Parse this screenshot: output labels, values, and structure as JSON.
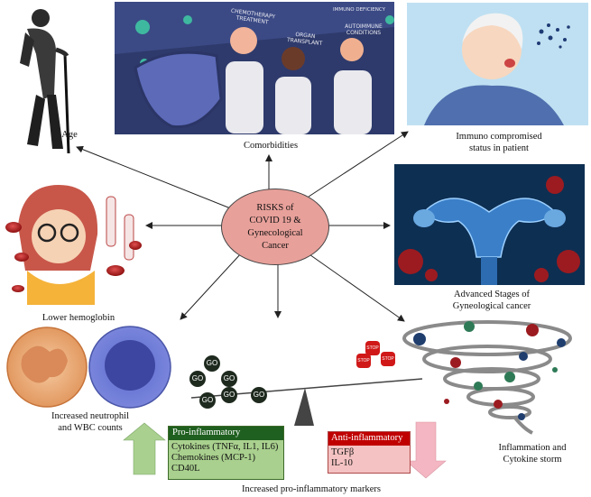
{
  "center": {
    "lines": [
      "RISKS of",
      "COVID 19 &",
      "Gynecological",
      "Cancer"
    ]
  },
  "panels": {
    "age": {
      "label": "Age"
    },
    "comorbidities": {
      "label": "Comorbidities",
      "banner": [
        "CHEMOTHERAPY TREATMENT",
        "ORGAN TRANSPLANT",
        "IMMUNO DEFICIENCY",
        "AUTOIMMUNE CONDITIONS"
      ]
    },
    "immuno": {
      "lines": [
        "Immuno compromised",
        "status in patient"
      ]
    },
    "hemoglobin": {
      "label": "Lower hemoglobin"
    },
    "advanced": {
      "lines": [
        "Advanced Stages of",
        "Gyneological cancer"
      ]
    },
    "neutrophil": {
      "lines": [
        "Increased neutrophil",
        "and WBC counts"
      ]
    },
    "storm": {
      "lines": [
        "Inflammation and",
        "Cytokine storm"
      ]
    },
    "markers": {
      "label": "Increased pro-inflammatory markers"
    }
  },
  "scale": {
    "go_label": "GO",
    "stop_label": "STOP"
  },
  "pro_box": {
    "header": "Pro-inflammatory",
    "items": [
      "Cytokines (TNFα, IL1, IL6)",
      "Chemokines (MCP-1)",
      "CD40L"
    ]
  },
  "anti_box": {
    "header": "Anti-inflammatory",
    "items": [
      "TGFβ",
      "IL-10"
    ]
  },
  "colors": {
    "center_fill": "#e8a09a",
    "pro_fill": "#a9d08e",
    "pro_header": "#1f5f1f",
    "anti_fill": "#f4c2c2",
    "anti_header": "#c00000",
    "up_arrow": "#a9d08e",
    "down_arrow": "#f4b6c2"
  }
}
